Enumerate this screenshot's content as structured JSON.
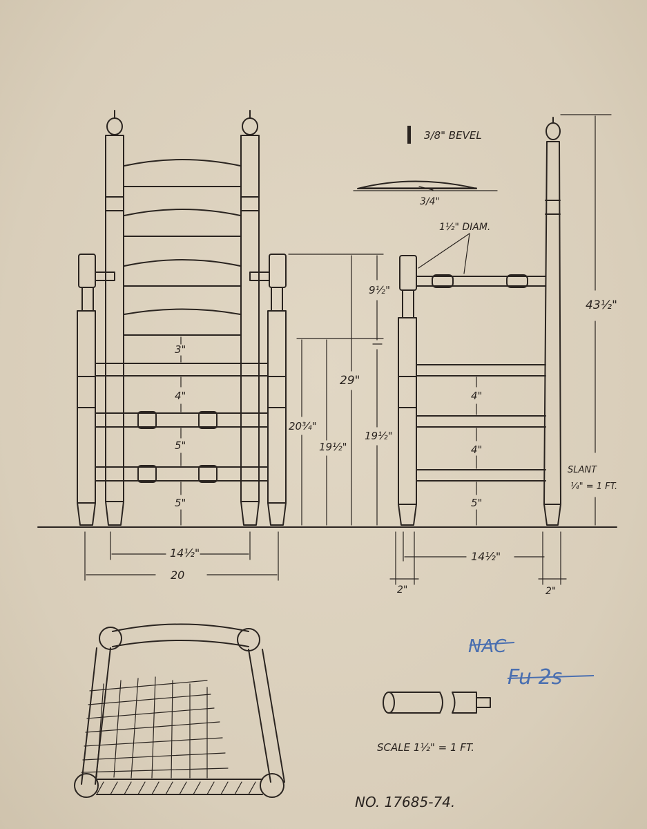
{
  "drawing": {
    "bevel_label": "3/8\" BEVEL",
    "bevel_width": "3/4\"",
    "arm_diam": "1½\" DIAM.",
    "front": {
      "d_3": "3\"",
      "d_4": "4\"",
      "d_5a": "5\"",
      "d_5b": "5\"",
      "w_14": "14½\"",
      "w_20": "20",
      "h_20_3_4": "20¾\"",
      "h_19_half": "19½\""
    },
    "mid": {
      "h_29": "29\"",
      "h_9_half": "9½\"",
      "h_19_half": "19½\""
    },
    "side": {
      "d_4a": "4\"",
      "d_4b": "4\"",
      "d_5": "5\"",
      "w_14": "14½\"",
      "post_2_left": "2\"",
      "post_2_right": "2\"",
      "h_43": "43½\"",
      "slant_1": "SLANT",
      "slant_2": "¼\" = 1 FT."
    },
    "scale": "SCALE 1½\" = 1 FT.",
    "number": "NO. 17685-74.",
    "pencil_1": "NAC",
    "pencil_2": "Fu 2s"
  }
}
